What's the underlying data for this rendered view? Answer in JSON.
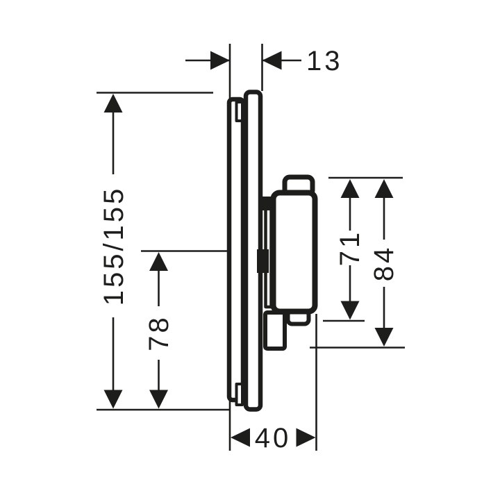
{
  "drawing": {
    "type": "technical-dimension-drawing",
    "subject": "concealed-shower-valve-side-profile",
    "background_color": "#ffffff",
    "line_color": "#1d1d1b",
    "labels": {
      "plate_depth": "13",
      "plate_size": "155/155",
      "center_to_plate_bottom": "78",
      "body_height": "71",
      "body_overall_height": "84",
      "body_depth": "40"
    }
  }
}
